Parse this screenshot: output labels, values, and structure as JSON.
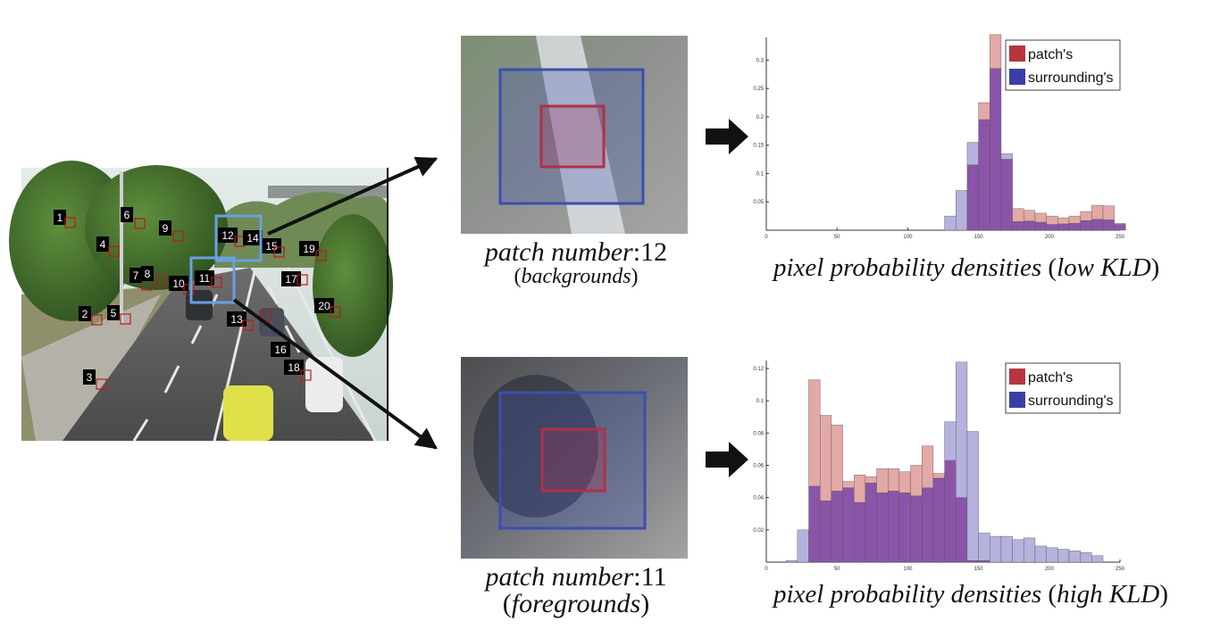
{
  "scene": {
    "patches": [
      {
        "label": "1"
      },
      {
        "label": "2"
      },
      {
        "label": "3"
      },
      {
        "label": "4"
      },
      {
        "label": "5"
      },
      {
        "label": "6"
      },
      {
        "label": "7"
      },
      {
        "label": "8"
      },
      {
        "label": "9"
      },
      {
        "label": "10"
      },
      {
        "label": "11"
      },
      {
        "label": "12"
      },
      {
        "label": "13"
      },
      {
        "label": "14"
      },
      {
        "label": "15"
      },
      {
        "label": "16"
      },
      {
        "label": "17"
      },
      {
        "label": "18"
      },
      {
        "label": "19"
      },
      {
        "label": "20"
      }
    ]
  },
  "captions": {
    "top_patch_prefix": "patch number",
    "top_patch_number": ":12",
    "top_patch_class": "backgrounds",
    "bottom_patch_prefix": "patch number",
    "bottom_patch_number": ":11",
    "bottom_patch_class": "foregrounds",
    "top_plot_main": "pixel probability densities",
    "top_plot_kld": "low KLD",
    "bottom_plot_main": "pixel probability densities",
    "bottom_plot_kld": "high KLD"
  },
  "colors": {
    "patch": "#e3a9a6",
    "surrounding": "#b5b2dd",
    "overlap": "#8a55a8",
    "patch_box": "#b03048",
    "surround_box": "#3a4fb0",
    "scene_box": "#6aa0e0"
  },
  "chart_data": [
    {
      "type": "bar",
      "legend": [
        "patch's",
        "surrounding's"
      ],
      "legend_position": "top-right",
      "xlim": [
        0,
        250
      ],
      "ylim": [
        0,
        0.34
      ],
      "xticks": [
        "0",
        "50",
        "100",
        "150",
        "200",
        "250"
      ],
      "yticks": [
        "0.05",
        "0.1",
        "0.15",
        "0.2",
        "0.25",
        "0.3"
      ],
      "bin_width": 8,
      "bin_starts": [
        126,
        134,
        142,
        150,
        158,
        166,
        174,
        182,
        190,
        198,
        206,
        214,
        222,
        230,
        238,
        246
      ],
      "series": [
        {
          "name": "patch's",
          "values": [
            0,
            0,
            0.115,
            0.225,
            0.345,
            0.125,
            0.038,
            0.035,
            0.03,
            0.025,
            0.022,
            0.025,
            0.033,
            0.044,
            0.043,
            0.012
          ]
        },
        {
          "name": "surrounding's",
          "values": [
            0.025,
            0.07,
            0.155,
            0.195,
            0.285,
            0.135,
            0.015,
            0.016,
            0.014,
            0.01,
            0.011,
            0.012,
            0.017,
            0.019,
            0.018,
            0.01
          ]
        }
      ]
    },
    {
      "type": "bar",
      "legend": [
        "patch's",
        "surrounding's"
      ],
      "legend_position": "top-right",
      "xlim": [
        0,
        250
      ],
      "ylim": [
        0,
        0.125
      ],
      "xticks": [
        "0",
        "50",
        "100",
        "150",
        "200",
        "250"
      ],
      "yticks": [
        "0.02",
        "0.04",
        "0.06",
        "0.08",
        "0.1",
        "0.12"
      ],
      "bin_width": 8,
      "bin_starts": [
        14,
        22,
        30,
        38,
        46,
        54,
        62,
        70,
        78,
        86,
        94,
        102,
        110,
        118,
        126,
        134,
        142,
        150,
        158,
        166,
        174,
        182,
        190,
        198,
        206,
        214,
        222,
        230
      ],
      "series": [
        {
          "name": "patch's",
          "values": [
            0,
            0,
            0.113,
            0.091,
            0.085,
            0.05,
            0.054,
            0.053,
            0.058,
            0.058,
            0.056,
            0.06,
            0.072,
            0.055,
            0.063,
            0.04,
            0.001,
            0.001,
            0,
            0,
            0,
            0,
            0,
            0,
            0,
            0,
            0,
            0
          ]
        },
        {
          "name": "surrounding's",
          "values": [
            0.001,
            0.02,
            0.047,
            0.038,
            0.044,
            0.046,
            0.037,
            0.049,
            0.043,
            0.044,
            0.043,
            0.041,
            0.046,
            0.052,
            0.087,
            0.124,
            0.081,
            0.018,
            0.016,
            0.016,
            0.014,
            0.015,
            0.01,
            0.009,
            0.008,
            0.007,
            0.006,
            0.004
          ]
        }
      ]
    }
  ]
}
